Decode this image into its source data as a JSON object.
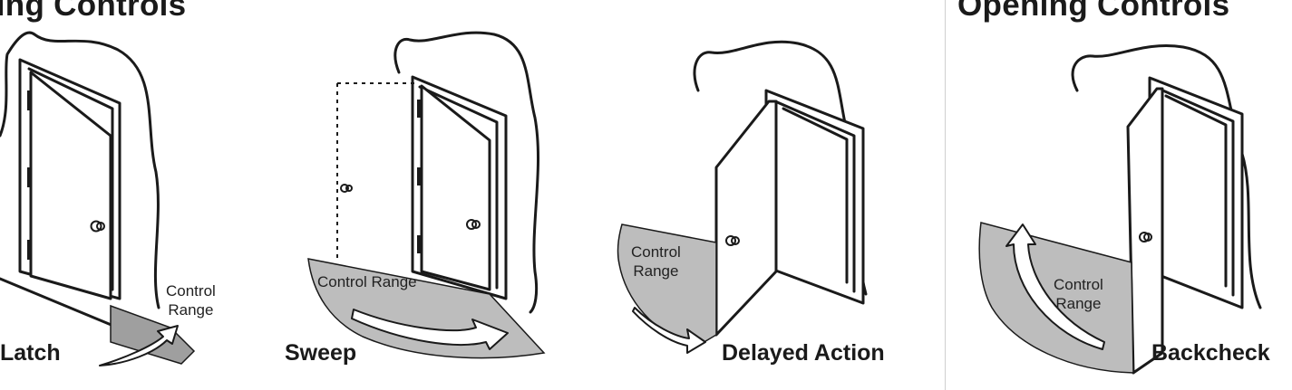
{
  "headings": {
    "closing": "sing Controls",
    "opening": "Opening Controls"
  },
  "panels": [
    {
      "title": "Latch",
      "range_label_line1": "Control",
      "range_label_line2": "Range"
    },
    {
      "title": "Sweep",
      "range_label_line1": "Control Range"
    },
    {
      "title": "Delayed Action",
      "range_label_line1": "Control",
      "range_label_line2": "Range"
    },
    {
      "title": "Backcheck",
      "range_label_line1": "Control",
      "range_label_line2": "Range"
    }
  ],
  "colors": {
    "ink": "#1a1a1a",
    "range_fill": "#bdbdbd",
    "range_fill_dark": "#9f9f9f"
  }
}
